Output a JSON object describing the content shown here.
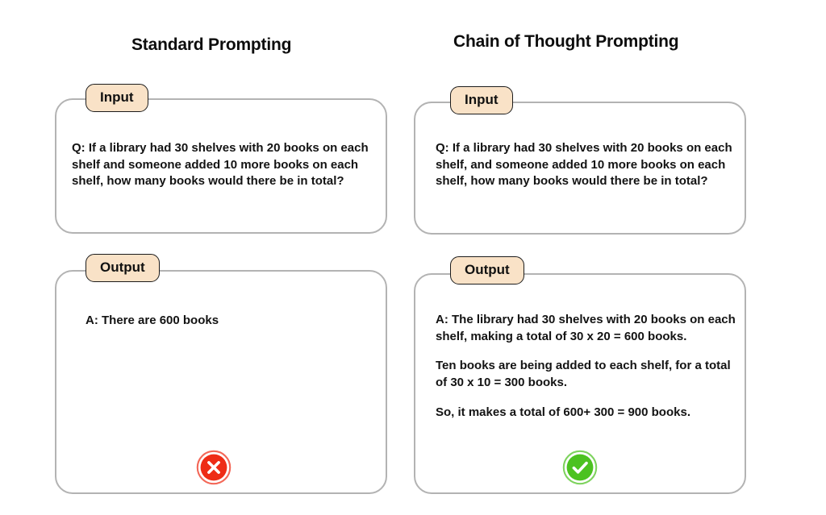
{
  "colors": {
    "tab_fill": "#f9e2c7",
    "tab_border": "#1c1c1c",
    "panel_border": "#b3b3b3",
    "error_red": "#ee2c16",
    "success_green": "#4cc220",
    "text": "#131313",
    "background": "#ffffff"
  },
  "columns": [
    {
      "id": "standard",
      "title": "Standard Prompting",
      "input": {
        "tab_label": "Input",
        "text": "Q: If a library had 30 shelves with 20 books on each shelf and someone added 10 more books on each shelf, how many books would there be in total?"
      },
      "output": {
        "tab_label": "Output",
        "paragraphs": [
          "A: There are 600 books"
        ],
        "status": {
          "icon": "cross-circle-icon",
          "state": "incorrect",
          "color": "#ee2c16"
        }
      }
    },
    {
      "id": "chain-of-thought",
      "title": "Chain of Thought Prompting",
      "input": {
        "tab_label": "Input",
        "text": "Q: If a library had 30 shelves with 20 books on each shelf, and someone added 10 more books on each shelf, how many books would there be in total?"
      },
      "output": {
        "tab_label": "Output",
        "paragraphs": [
          "A: The library had 30 shelves with 20 books on each shelf, making a total of 30 x 20 = 600 books.",
          "Ten books are being added to each shelf, for a total of 30 x 10 = 300 books.",
          "So, it makes a total of 600+ 300 = 900 books."
        ],
        "status": {
          "icon": "check-circle-icon",
          "state": "correct",
          "color": "#4cc220"
        }
      }
    }
  ]
}
